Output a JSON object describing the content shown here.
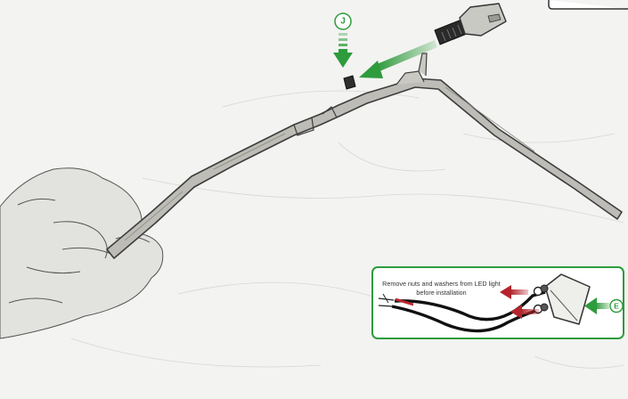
{
  "callouts": {
    "step_j": {
      "label": "J"
    },
    "step_e": {
      "label": "E"
    }
  },
  "note": {
    "text": "Remove nuts and washers from LED light before installation"
  },
  "colors": {
    "callout_green": "#2e9b3c",
    "arrow_red": "#b3242c",
    "background": "#f3f3f1"
  },
  "icons": [
    "hand-illustration",
    "mounting-bracket",
    "sensor-clip",
    "clip-part",
    "green-down-arrow",
    "green-left-arrow",
    "red-left-arrow",
    "led-light",
    "wire-harness"
  ]
}
